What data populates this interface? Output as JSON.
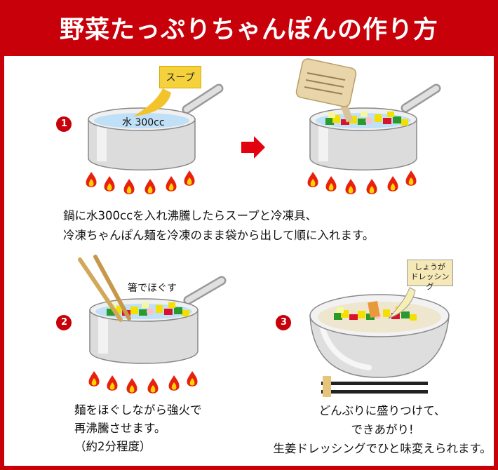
{
  "header": {
    "title": "野菜たっぷりちゃんぽんの作り方"
  },
  "steps": [
    {
      "number": "1",
      "tag": "スープ",
      "water_label": "水 300cc",
      "lines": [
        "鍋に水300ccを入れ沸騰したらスープと冷凍具、",
        "冷凍ちゃんぽん麺を冷凍のまま袋から出して順に入れます。"
      ]
    },
    {
      "number": "2",
      "chopsticks_label": "箸でほぐす",
      "lines": [
        "麺をほぐしながら強火で",
        "再沸騰させます。",
        "（約2分程度）"
      ]
    },
    {
      "number": "3",
      "tag_lines": [
        "しょうが",
        "ドレッシング"
      ],
      "lines": [
        "どんぶりに盛りつけて、",
        "できあがり!",
        "生姜ドレッシングでひと味変えられます。"
      ]
    }
  ],
  "colors": {
    "brand_red": "#c8000a",
    "flame_red": "#e8200e",
    "flame_yellow": "#ffd400",
    "pot_gray": "#d9d9d9"
  },
  "icons": [
    "saucepan-icon",
    "flame-icon",
    "arrow-right-icon",
    "spatula-icon",
    "chopsticks-icon",
    "bowl-icon"
  ]
}
